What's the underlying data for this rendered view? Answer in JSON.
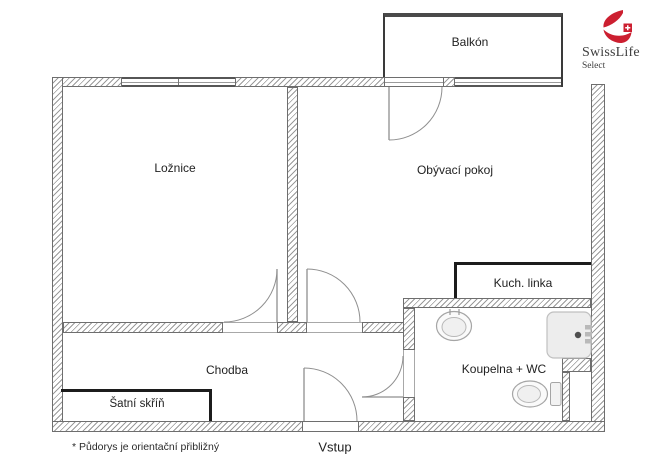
{
  "brand": {
    "name": "SwissLife",
    "tagline": "Select"
  },
  "labels": {
    "balcony": "Balkón",
    "bedroom": "Ložnice",
    "living_room": "Obývací pokoj",
    "kitchen_unit": "Kuch. linka",
    "bathroom": "Koupelna + WC",
    "hallway": "Chodba",
    "wardrobe": "Šatní skříň",
    "entrance": "Vstup",
    "disclaimer": "* Půdorys je orientační přibližný"
  },
  "colors": {
    "wall_hatch": "#9a9a9a",
    "wall_edge": "#6e6e6e",
    "line_dark": "#1c1c1c",
    "door_line": "#8f8f8f",
    "text": "#222222",
    "brand_red": "#cc1f30",
    "brand_text": "#3d3d3d",
    "balcony_edge": "#4a4a4a",
    "fixture_line": "#a5a5a5",
    "shower_fill": "#ededed"
  }
}
